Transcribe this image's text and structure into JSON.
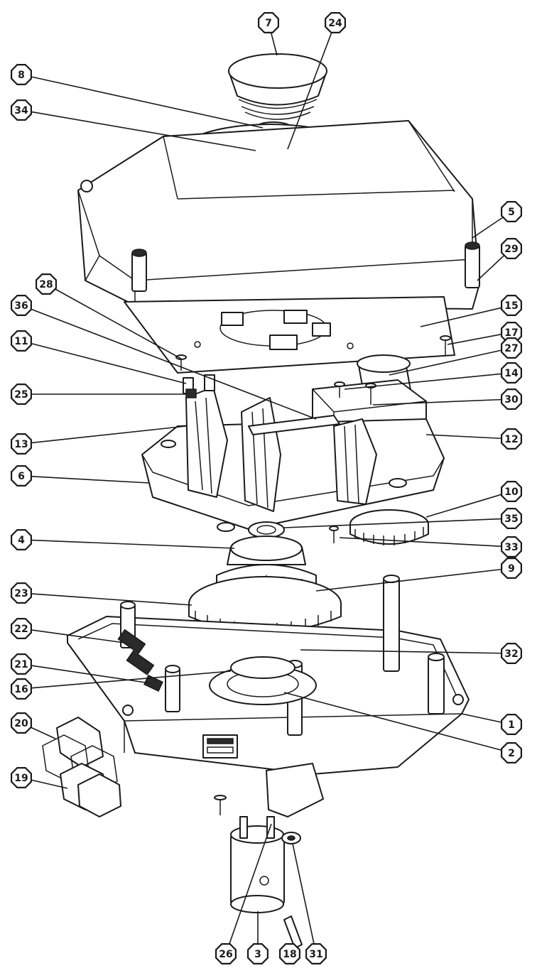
{
  "callouts": [
    {
      "id": "c7",
      "label": "7"
    },
    {
      "id": "c24",
      "label": "24"
    },
    {
      "id": "c8",
      "label": "8"
    },
    {
      "id": "c34",
      "label": "34"
    },
    {
      "id": "c5",
      "label": "5"
    },
    {
      "id": "c29",
      "label": "29"
    },
    {
      "id": "c28",
      "label": "28"
    },
    {
      "id": "c36",
      "label": "36"
    },
    {
      "id": "c15",
      "label": "15"
    },
    {
      "id": "c17",
      "label": "17"
    },
    {
      "id": "c27",
      "label": "27"
    },
    {
      "id": "c11",
      "label": "11"
    },
    {
      "id": "c14",
      "label": "14"
    },
    {
      "id": "c25",
      "label": "25"
    },
    {
      "id": "c30",
      "label": "30"
    },
    {
      "id": "c13",
      "label": "13"
    },
    {
      "id": "c12",
      "label": "12"
    },
    {
      "id": "c6",
      "label": "6"
    },
    {
      "id": "c10",
      "label": "10"
    },
    {
      "id": "c35",
      "label": "35"
    },
    {
      "id": "c33",
      "label": "33"
    },
    {
      "id": "c4",
      "label": "4"
    },
    {
      "id": "c9",
      "label": "9"
    },
    {
      "id": "c23",
      "label": "23"
    },
    {
      "id": "c22",
      "label": "22"
    },
    {
      "id": "c32",
      "label": "32"
    },
    {
      "id": "c21",
      "label": "21"
    },
    {
      "id": "c16",
      "label": "16"
    },
    {
      "id": "c1",
      "label": "1"
    },
    {
      "id": "c20",
      "label": "20"
    },
    {
      "id": "c2",
      "label": "2"
    },
    {
      "id": "c19",
      "label": "19"
    },
    {
      "id": "c26",
      "label": "26"
    },
    {
      "id": "c3",
      "label": "3"
    },
    {
      "id": "c18",
      "label": "18"
    },
    {
      "id": "c31",
      "label": "31"
    }
  ]
}
